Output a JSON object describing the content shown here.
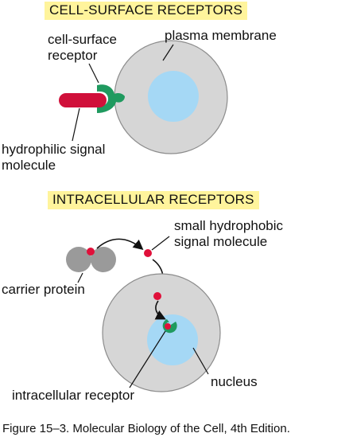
{
  "panels": {
    "surface": {
      "heading": "CELL-SURFACE RECEPTORS",
      "receptor_label_1": "cell-surface",
      "receptor_label_2": "receptor",
      "membrane_label": "plasma membrane",
      "signal_label_1": "hydrophilic signal",
      "signal_label_2": "molecule"
    },
    "intracellular": {
      "heading": "INTRACELLULAR RECEPTORS",
      "signal_label_1": "small hydrophobic",
      "signal_label_2": "signal molecule",
      "carrier_label": "carrier protein",
      "nucleus_label": "nucleus",
      "receptor_label": "intracellular receptor"
    }
  },
  "caption": "Figure 15–3. Molecular Biology of the Cell, 4th Edition.",
  "colors": {
    "heading_bg": "#fff49c",
    "cell": "#d6d6d6",
    "cell_outline": "#8c8c8c",
    "nucleus": "#a5d8f5",
    "receptor": "#1f9a5f",
    "hydrophilic_signal": "#d0103a",
    "hydrophobic_signal": "#e0103a",
    "carrier": "#9a9a9a"
  }
}
